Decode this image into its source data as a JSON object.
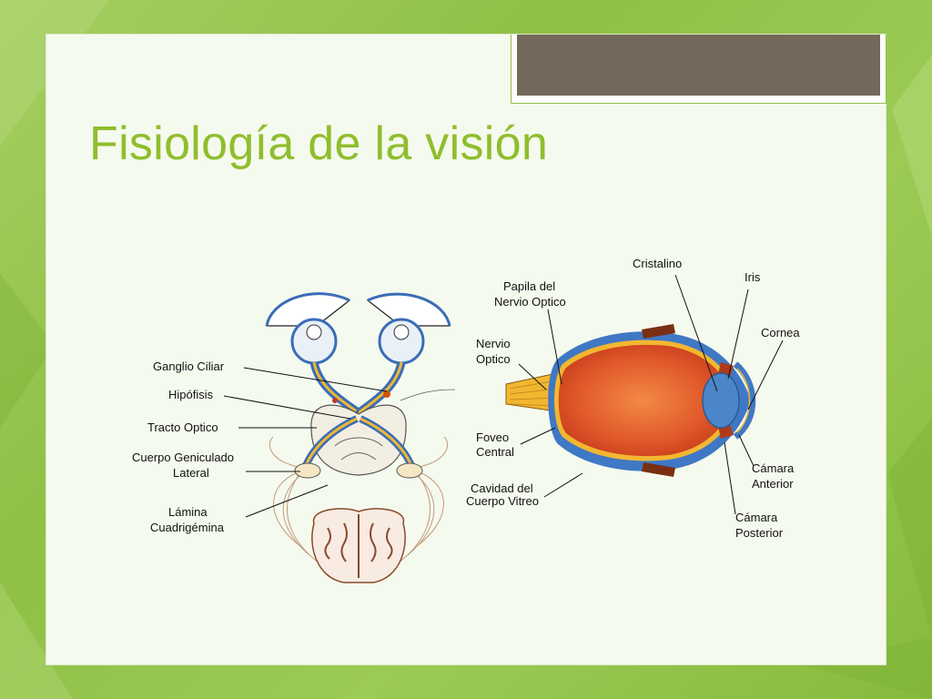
{
  "slide": {
    "title": "Fisiología de la visión"
  },
  "pathway_labels": {
    "ganglio_ciliar": "Ganglio Ciliar",
    "hipofisis": "Hipófisis",
    "tracto_optico": "Tracto Optico",
    "cuerpo_geniculado_1": "Cuerpo Geniculado",
    "cuerpo_geniculado_2": "Lateral",
    "lamina_1": "Lámina",
    "lamina_2": "Cuadrigémina"
  },
  "eye_labels": {
    "cristalino": "Cristalino",
    "iris": "Iris",
    "papila_1": "Papila del",
    "papila_2": "Nervio Optico",
    "cornea": "Cornea",
    "nervio_1": "Nervio",
    "nervio_2": "Optico",
    "foveo_1": "Foveo",
    "foveo_2": "Central",
    "cavidad_1": "Cavidad del",
    "cavidad_2": "Cuerpo Vitreo",
    "camara_ant_1": "Cámara",
    "camara_ant_2": "Anterior",
    "camara_post_1": "Cámara",
    "camara_post_2": "Posterior"
  },
  "colors": {
    "title": "#8fbe2c",
    "background_green": "#8fc045",
    "top_bar": "#73685a",
    "eyeball_red": "#e0562a",
    "lens_blue": "#4a86c8",
    "nerve_yellow": "#f2b731"
  }
}
